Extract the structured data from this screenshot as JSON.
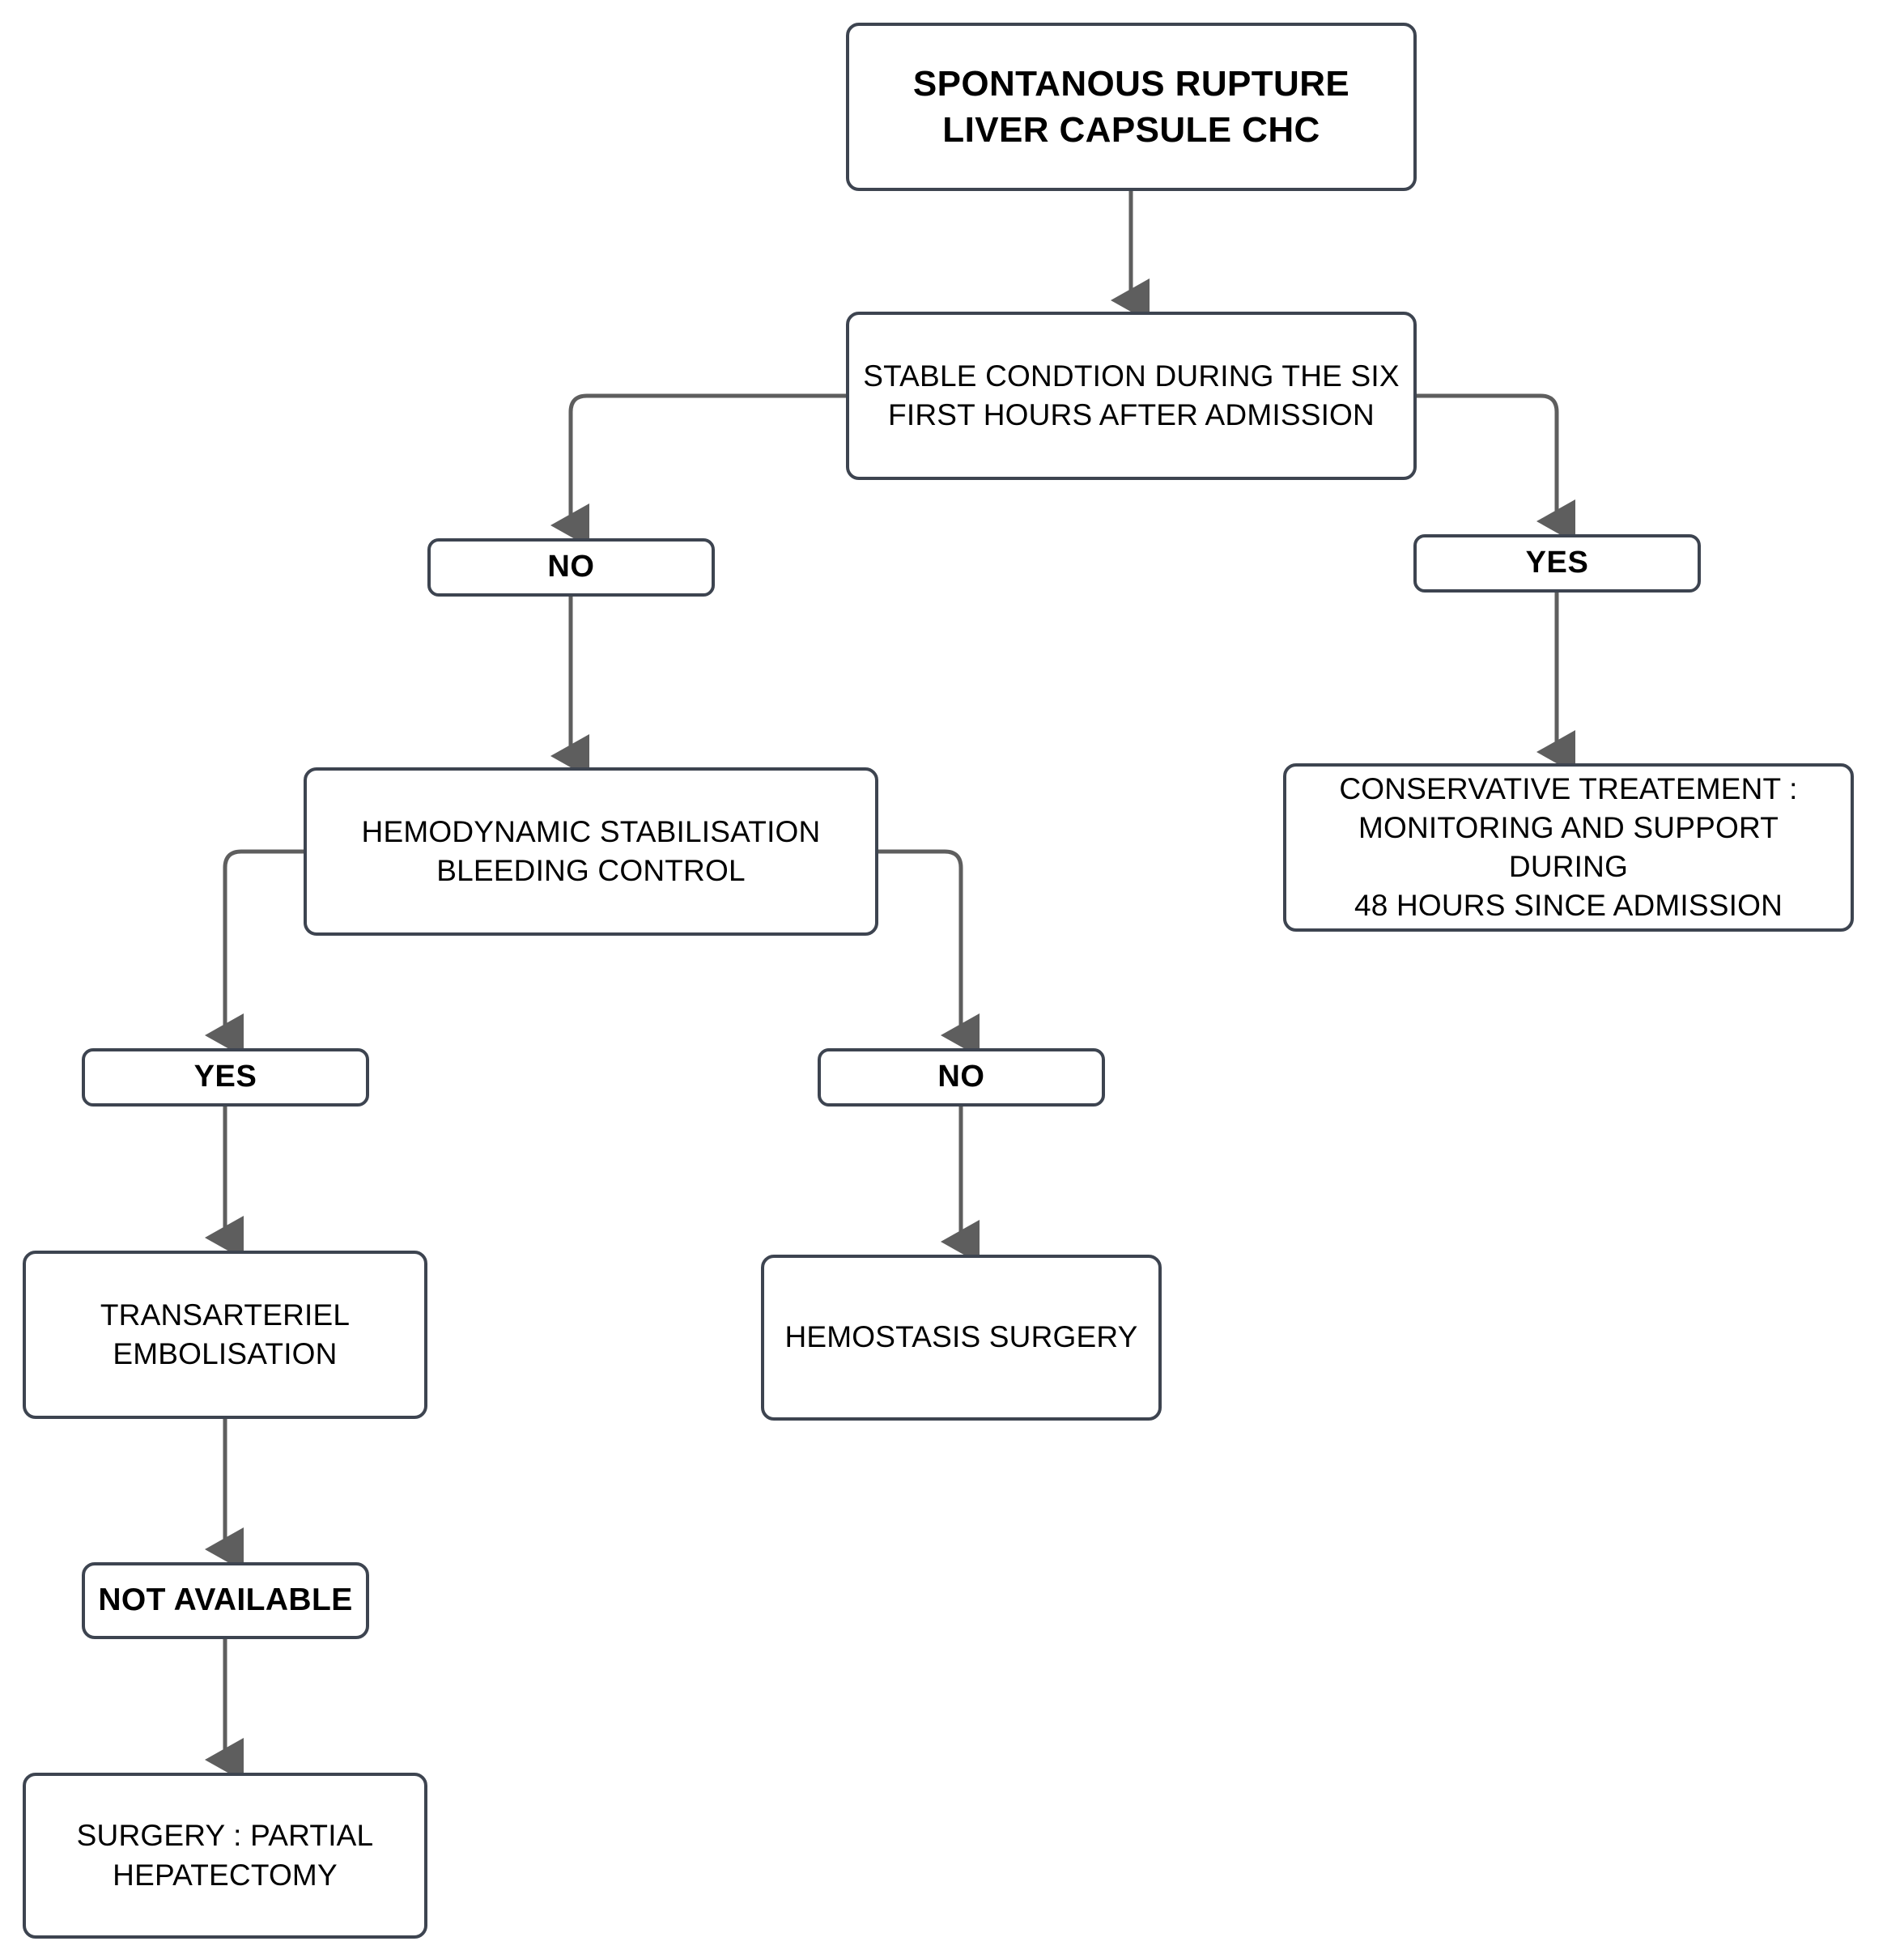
{
  "diagram": {
    "title": "SPONTANOUS RUPTURE LIVER CAPSULE CHC management algorithm",
    "type": "flowchart",
    "orientation": "top-down",
    "colors": {
      "background": "#ffffff",
      "node_border": "#3d4450",
      "node_fill": "#ffffff",
      "connector": "#5e5e5e",
      "text": "#000000"
    },
    "nodes": {
      "root": {
        "label": "SPONTANOUS RUPTURE\nLIVER CAPSULE CHC",
        "shape": "rounded-rectangle",
        "emphasis": "bold"
      },
      "stable_condition": {
        "label": "STABLE CONDTION DURING THE SIX\nFIRST HOURS AFTER ADMISSION",
        "shape": "rounded-rectangle",
        "emphasis": "regular"
      },
      "branch_no_top": {
        "label": "NO",
        "shape": "rounded-rectangle",
        "emphasis": "bold"
      },
      "branch_yes_top": {
        "label": "YES",
        "shape": "rounded-rectangle",
        "emphasis": "bold"
      },
      "hemodynamic": {
        "label": "HEMODYNAMIC STABILISATION\nBLEEDING CONTROL",
        "shape": "rounded-rectangle",
        "emphasis": "regular"
      },
      "conservative": {
        "label": "CONSERVATIVE TREATEMENT :\nMONITORING AND SUPPORT DURING\n48 HOURS SINCE ADMISSION",
        "shape": "rounded-rectangle",
        "emphasis": "regular"
      },
      "branch_yes_low": {
        "label": "YES",
        "shape": "rounded-rectangle",
        "emphasis": "bold"
      },
      "branch_no_low": {
        "label": "NO",
        "shape": "rounded-rectangle",
        "emphasis": "bold"
      },
      "embolisation": {
        "label": "TRANSARTERIEL\nEMBOLISATION",
        "shape": "rounded-rectangle",
        "emphasis": "regular"
      },
      "hemostasis_surgery": {
        "label": "HEMOSTASIS SURGERY",
        "shape": "rounded-rectangle",
        "emphasis": "regular"
      },
      "not_available": {
        "label": "NOT AVAILABLE",
        "shape": "rounded-rectangle",
        "emphasis": "bold"
      },
      "partial_hepatectomy": {
        "label": "SURGERY : PARTIAL\nHEPATECTOMY",
        "shape": "rounded-rectangle",
        "emphasis": "regular"
      }
    },
    "edges": [
      {
        "from": "root",
        "to": "stable_condition",
        "label": ""
      },
      {
        "from": "stable_condition",
        "to": "branch_no_top",
        "label": ""
      },
      {
        "from": "stable_condition",
        "to": "branch_yes_top",
        "label": ""
      },
      {
        "from": "branch_no_top",
        "to": "hemodynamic",
        "label": ""
      },
      {
        "from": "branch_yes_top",
        "to": "conservative",
        "label": ""
      },
      {
        "from": "hemodynamic",
        "to": "branch_yes_low",
        "label": ""
      },
      {
        "from": "hemodynamic",
        "to": "branch_no_low",
        "label": ""
      },
      {
        "from": "branch_yes_low",
        "to": "embolisation",
        "label": ""
      },
      {
        "from": "branch_no_low",
        "to": "hemostasis_surgery",
        "label": ""
      },
      {
        "from": "embolisation",
        "to": "not_available",
        "label": ""
      },
      {
        "from": "not_available",
        "to": "partial_hepatectomy",
        "label": ""
      }
    ]
  }
}
